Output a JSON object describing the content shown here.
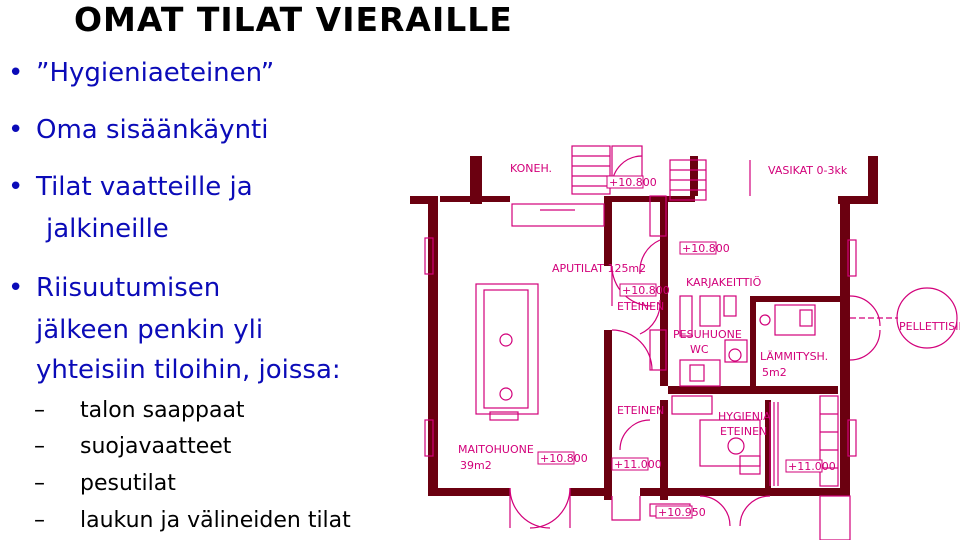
{
  "title": "OMAT TILAT VIERAILLE",
  "bullets": [
    {
      "text": "”Hygieniaeteinen”"
    },
    {
      "text": "Oma sisäänkäynti"
    },
    {
      "text": "Tilat vaatteille ja",
      "cont": "jalkineille"
    },
    {
      "text": "Riisuutumisen",
      "cont": [
        "jälkeen penkin yli",
        "yhteisiin tiloihin, joissa:"
      ]
    }
  ],
  "subitems": [
    "talon saappaat",
    "suojavaatteet",
    "pesutilat",
    "laukun ja välineiden tilat"
  ],
  "floorplan": {
    "labels": {
      "koneh": "KONEH.",
      "vasikat": "VASIKAT 0-3kk",
      "aputilat": "APUTILAT 125m2",
      "karjakeittio": "KARJAKEITTIÖ",
      "eteinen1": "ETEINEN",
      "eteinen2": "ETEINEN",
      "pesuhuone": "PESUHUONE",
      "wc": "WC",
      "lammitysh": "LÄMMITYSH.",
      "lammitysh_area": "5m2",
      "hygienia": "HYGIENIA",
      "hygienia_eteinen": "ETEINEN",
      "maitohuone": "MAITOHUONE",
      "maitohuone_area": "39m2",
      "pellettisiilo": "PELLETTISIILO"
    },
    "levels": {
      "l1": "+10.800",
      "l2": "+10.800",
      "l3": "+10.800",
      "l4": "+10.800",
      "l5": "+11.000",
      "l6": "+11.000",
      "l7": "+10.950"
    },
    "colors": {
      "wall": "#6b0010",
      "line": "#d2007a",
      "bullet": "#0b0bb8"
    }
  }
}
